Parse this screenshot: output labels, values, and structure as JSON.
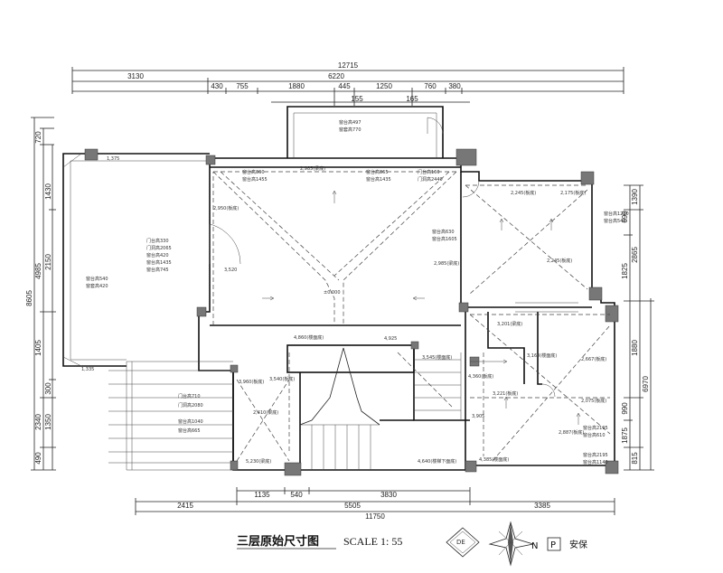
{
  "title": "三层原始尺寸图",
  "scale": "SCALE  1: 55",
  "north_label": "N",
  "p_label": "P",
  "company": "安保",
  "logo_text": "DE",
  "top_dims": {
    "overall": "12715",
    "seg_a": "3130",
    "seg_b": "6220",
    "row2": [
      "430",
      "755",
      "1880",
      "445",
      "1250",
      "760",
      "380"
    ],
    "row3": [
      "155",
      "165"
    ]
  },
  "bottom_dims": {
    "row1": [
      "1135",
      "540",
      "3830"
    ],
    "row2": [
      "2415",
      "5505",
      "3385"
    ],
    "overall": "11750"
  },
  "left_dims": {
    "overall": "8605",
    "col2": [
      "720",
      "4985",
      "1405",
      "2340",
      "490"
    ],
    "col3": [
      "1430",
      "2150",
      "300",
      "1350"
    ]
  },
  "right_dims": {
    "overall": "6970",
    "col1": [
      "1390",
      "2865",
      "1880",
      "815",
      "1825"
    ],
    "col2": [
      "690",
      "990",
      "1875"
    ]
  },
  "room_notes": {
    "top_door": [
      "窗台高497",
      "窗套高770"
    ],
    "ceiling_1": "2,985(梁底)",
    "ceiling_2": "2,950(板底)",
    "ceiling_3": "2,245(板底)",
    "ceiling_4": "2,175(板底)",
    "ceiling_5": "2,245(板底)",
    "ceiling_6": "2,985(梁底)",
    "level_main": "±0.000",
    "level_1": "3,520",
    "left_window": [
      "窗台高540",
      "窗套高420"
    ],
    "left_door": [
      "门台高330",
      "门洞高2065",
      "窗台高420",
      "窗台高1435",
      "窗台高745"
    ],
    "upper_a": [
      "窗台高860",
      "窗台高1455"
    ],
    "upper_b": [
      "窗台高865",
      "窗台高1435"
    ],
    "upper_c": [
      "门台高160",
      "门洞高2440"
    ],
    "right_a": [
      "窗台高1280",
      "窗台高540"
    ],
    "right_b": [
      "窗台高630",
      "窗台高1605"
    ],
    "mid_1": "4,860(楼面底)",
    "mid_2": "4,925",
    "mid_3": "3,545(楼面底)",
    "mid_4": "3,960(板底)",
    "mid_5": "3,540(板底)",
    "mid_6": "2,410(梁底)",
    "mid_7": "3,201(梁底)",
    "mid_8": "3,160(楼面底)",
    "mid_9": "4,360(板底)",
    "mid_10": "3,221(板底)",
    "mid_11": "3,905",
    "mid_12": "2,667(板底)",
    "mid_13": "2,075(板底)",
    "mid_14": "2,887(板底)",
    "low_1": "5,230(梁底)",
    "low_2": "4,640(楼梯下面底)",
    "low_3": "4,385(楼面底)",
    "low_door": [
      "门台高710",
      "门洞高2080",
      "窗台高1040",
      "窗台高665"
    ],
    "low_right": [
      "窗台高2195",
      "窗台高610",
      "窗台高2195",
      "窗台高1140"
    ],
    "step_1": "1,375",
    "step_2": "1,335"
  }
}
